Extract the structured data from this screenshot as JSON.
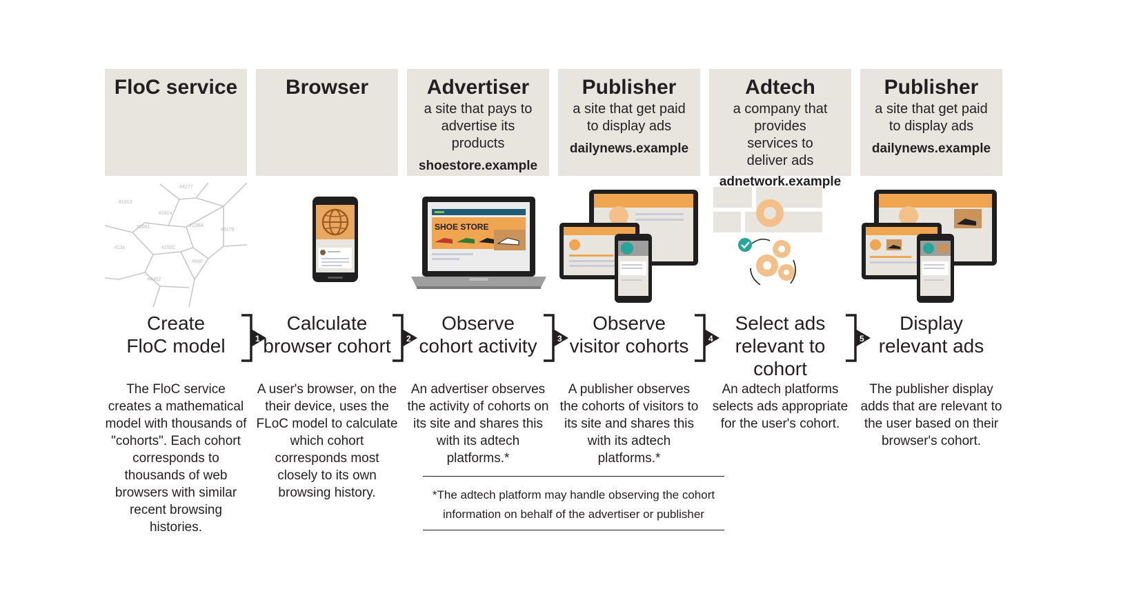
{
  "columns": [
    {
      "title": "FloC service",
      "subtitle": "",
      "domain": "",
      "step": "Create\nFloC model",
      "description": "The FloC service creates a mathematical model with thousands of \"cohorts\". Each cohort corresponds to thousands of web browsers with similar recent browsing histories.",
      "icon": "cohort-map-icon"
    },
    {
      "title": "Browser",
      "subtitle": "",
      "domain": "",
      "step": "Calculate\nbrowser cohort",
      "description": "A user's browser, on the their device, uses the FLoC model to calculate which cohort corresponds most closely to its own browsing history.",
      "icon": "smartphone-globe-icon"
    },
    {
      "title": "Advertiser",
      "subtitle": "a site that pays to advertise its products",
      "domain": "shoestore.example",
      "step": "Observe\ncohort activity",
      "description": "An advertiser observes the activity of cohorts on its site and shares this with its adtech platforms.*",
      "icon": "laptop-shoe-store-icon",
      "laptop_banner": "SHOE STORE"
    },
    {
      "title": "Publisher",
      "subtitle": "a site that get paid to display ads",
      "domain": "dailynews.example",
      "step": "Observe\nvisitor cohorts",
      "description": "A publisher observes the cohorts of visitors to its site and shares this with its adtech platforms.*",
      "icon": "devices-publisher-icon"
    },
    {
      "title": "Adtech",
      "subtitle": "a company that provides services to deliver ads",
      "domain": "adnetwork.example",
      "step": "Select ads\nrelevant to cohort",
      "description": "An adtech platforms selects ads appropriate for the user's cohort.",
      "icon": "gears-check-icon"
    },
    {
      "title": "Publisher",
      "subtitle": "a site that get paid to display ads",
      "domain": "dailynews.example",
      "step": "Display\nrelevant ads",
      "description": "The publisher display adds that are relevant to the user based on their browser's cohort.",
      "icon": "devices-ads-icon"
    }
  ],
  "arrows": [
    "1",
    "2",
    "3",
    "4",
    "5"
  ],
  "footnote": "*The adtech platform may handle observing the cohort information on behalf of the advertiser or publisher",
  "cohort_labels": [
    "#1013",
    "#4277",
    "#1814",
    "#5061",
    "#12BA",
    "#12e",
    "#5178",
    "#150C",
    "#840",
    "#4402"
  ],
  "colors": {
    "header_bg": "#e8e5df",
    "orange": "#f0a550",
    "teal": "#26a69a",
    "tan": "#c9935a",
    "device": "#1f1f1f"
  }
}
